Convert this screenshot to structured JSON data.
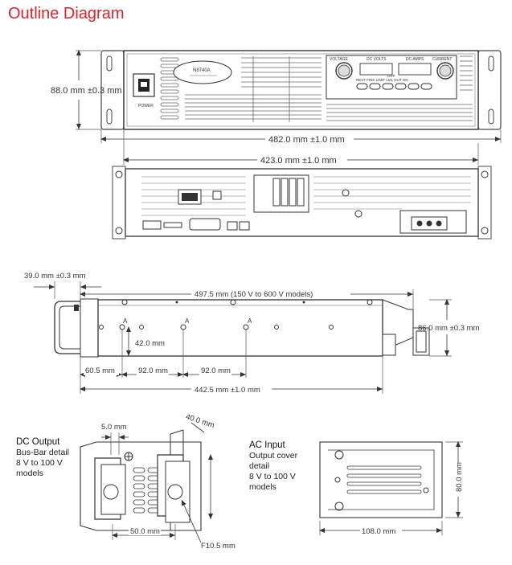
{
  "title": "Outline Diagram",
  "front": {
    "model": "N8740A",
    "labels": {
      "voltage": "VOLTAGE",
      "dc_volts": "DC VOLTS",
      "dc_amps": "DC AMPS",
      "current": "CURRENT",
      "power": "POWER",
      "row1": "REST  FINE  LIMIT  LML  OUT ON",
      "ovp": "OVP"
    },
    "height": "88.0 mm ±0.3 mm",
    "width_overall": "482.0 mm ±1.0 mm",
    "width_body": "423.0 mm ±1.0 mm"
  },
  "side": {
    "handle": "39.0 mm ±0.3 mm",
    "depth": "497.5 mm (150 V to 600 V models)",
    "height": "86.0 mm ±0.3 mm",
    "hole_offset": "42.0 mm",
    "spacing_1": "60.5 mm",
    "spacing_2": "92.0 mm",
    "spacing_3": "92.0 mm",
    "body_length": "442.5 mm ±1.0 mm",
    "hole_tag": "A"
  },
  "dc_output": {
    "heading": "DC Output",
    "desc": [
      "Bus-Bar detail",
      "8 V to 100 V",
      "models"
    ],
    "dim_thick": "5.0 mm",
    "dim_depth": "40.0 mm",
    "dim_span": "50.0 mm",
    "dim_hole": "F10.5 mm"
  },
  "ac_input": {
    "heading": "AC Input",
    "desc": [
      "Output cover",
      "detail",
      "8 V to 100 V",
      "models"
    ],
    "dim_width": "108.0 mm",
    "dim_height": "80.0 mm"
  }
}
